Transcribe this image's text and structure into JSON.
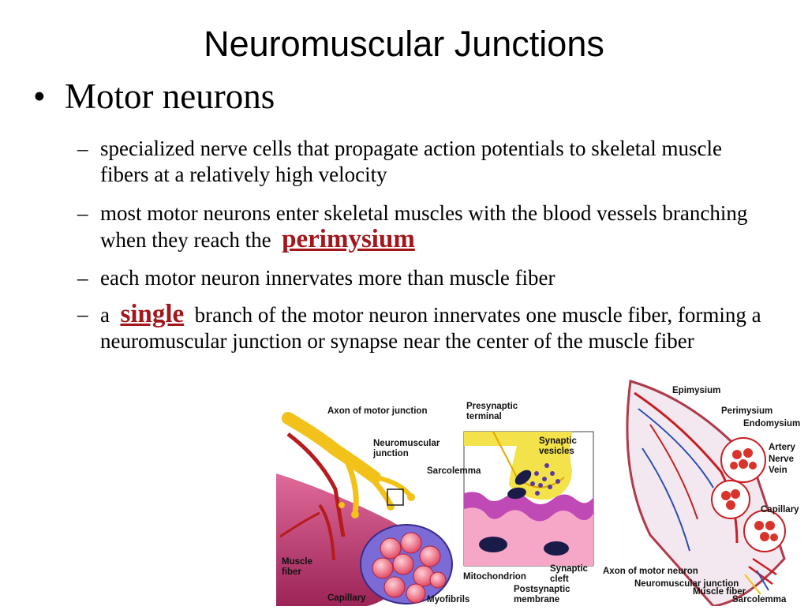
{
  "slide": {
    "title": "Neuromuscular Junctions",
    "bullet_marker": "•",
    "bullet": "Motor neurons",
    "dash": "–",
    "sub1": "specialized nerve cells that propagate action  potentials to skeletal muscle fibers at a relatively high velocity",
    "sub2_pre": "most motor neurons enter skeletal muscles with the blood vessels branching when they reach the",
    "sub2_em": "perimysium",
    "sub3": "each motor neuron innervates more than muscle fiber",
    "sub4_pre": "a",
    "sub4_em": "single",
    "sub4_post": "branch of the motor neuron innervates one muscle fiber, forming a neuromuscular junction or synapse near the center of the muscle fiber"
  },
  "figure": {
    "left": {
      "axon": "Axon of motor junction",
      "nmj": "Neuromuscular junction",
      "muscle_fiber": "Muscle fiber",
      "capillary": "Capillary",
      "myofibrils": "Myofibrils"
    },
    "middle": {
      "presynaptic": "Presynaptic terminal",
      "vesicles": "Synaptic vesicles",
      "sarcolemma": "Sarcolemma",
      "mitochondrion": "Mitochondrion",
      "cleft": "Synaptic cleft",
      "postsynaptic": "Postsynaptic membrane"
    },
    "right": {
      "epimysium": "Epimysium",
      "perimysium": "Perimysium",
      "endomysium": "Endomysium",
      "artery": "Artery",
      "nerve": "Nerve",
      "vein": "Vein",
      "capillary": "Capillary",
      "axon": "Axon of motor neuron",
      "nmj": "Neuromuscular junction",
      "muscle_fiber": "Muscle fiber",
      "sarcolemma": "Sarcolemma"
    },
    "colors": {
      "accent_text": "#a3161b",
      "muscle": "#c8336e",
      "nerve": "#f2c21a",
      "vessel_red": "#c81e23",
      "vessel_blue": "#2a4fb0"
    }
  }
}
